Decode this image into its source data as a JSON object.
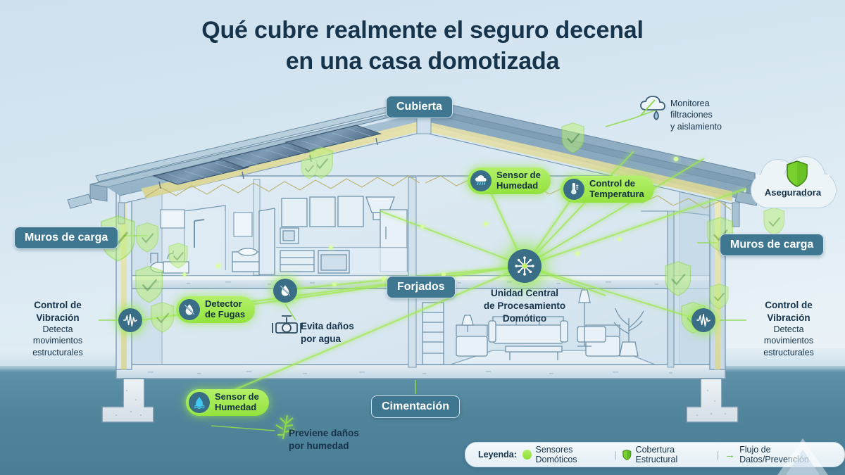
{
  "title": {
    "line1": "Qué cubre  realmente el seguro decenal",
    "line2": "en una casa domotizada"
  },
  "structure_badges": [
    {
      "id": "cubierta",
      "label": "Cubierta"
    },
    {
      "id": "forjados",
      "label": "Forjados"
    },
    {
      "id": "cimentacion",
      "label": "Cimentación"
    },
    {
      "id": "muros-left",
      "label": "Muros de carga"
    },
    {
      "id": "muros-right",
      "label": "Muros de carga"
    }
  ],
  "sensors": [
    {
      "id": "sensor-humedad-cubierta",
      "icon": "rain-cloud-icon",
      "line1": "Sensor de",
      "line2": "Humedad"
    },
    {
      "id": "control-temperatura",
      "icon": "thermometer-icon",
      "line1": "Control de",
      "line2": "Temperatura"
    },
    {
      "id": "detector-fugas",
      "icon": "leak-icon",
      "line1": "Detector",
      "line2": "de Fugas"
    },
    {
      "id": "sensor-humedad-cimiento",
      "icon": "water-drop-icon",
      "line1": "Sensor de",
      "line2": "Humedad"
    }
  ],
  "hub": {
    "icon": "network-hub-icon",
    "line1": "Unidad Central",
    "line2": "de Procesamiento",
    "line3": "Domótico"
  },
  "annotations": {
    "roof_monitor": {
      "icon": "cloud-rain-drop-icon",
      "line1": "Monitorea",
      "line2": "filtraciones",
      "line3": "y aislamiento"
    },
    "vibration_left": {
      "icon": "waveform-icon",
      "heading1": "Control de",
      "heading2": "Vibración",
      "body1": "Detecta",
      "body2": "movimientos",
      "body3": "estructurales"
    },
    "vibration_right": {
      "icon": "waveform-icon",
      "heading1": "Control de",
      "heading2": "Vibración",
      "body1": "Detecta",
      "body2": "movimientos",
      "body3": "estructurales"
    },
    "water_valve": {
      "icon": "valve-icon",
      "line1": "Evita daños",
      "line2": "por agua"
    },
    "humidity_roots": {
      "icon": "roots-icon",
      "line1": "Previene daños",
      "line2": "por humedad"
    }
  },
  "insurer_cloud": {
    "icon": "shield-icon",
    "label": "Aseguradora"
  },
  "legend": {
    "title": "Leyenda:",
    "items": [
      {
        "icon": "green-dot-icon",
        "label": "Sensores Domóticos"
      },
      {
        "icon": "shield-icon",
        "label": "Cobertura Estructural"
      },
      {
        "icon": "arrow-right-icon",
        "label": "Flujo de Datos/Prevención"
      }
    ],
    "separator": "|"
  },
  "colors": {
    "accent_green": "#8ede37",
    "badge_slate": "#477a93",
    "title_navy": "#17344d",
    "ground_teal": "#51859c",
    "sky_top": "#cee0ee"
  }
}
